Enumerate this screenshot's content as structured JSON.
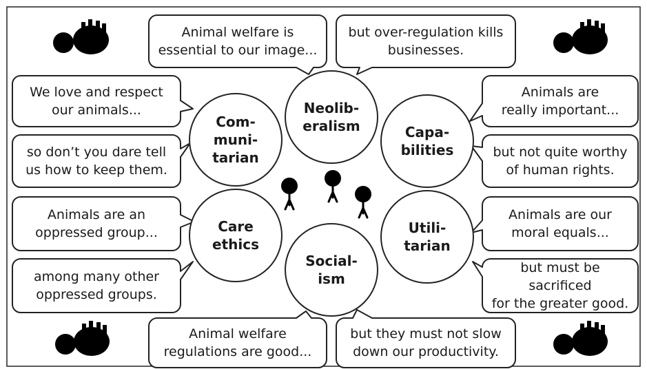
{
  "circles": {
    "top": "Neolib-\neralism",
    "upper_left": "Com-\nmuni-\ntarian",
    "upper_right": "Capa-\nbilities",
    "lower_left": "Care\nethics",
    "lower_right": "Utili-\ntarian",
    "bottom": "Social-\nism"
  },
  "bubbles": {
    "top_left": "Animal welfare is\nessential to our image...",
    "top_right": "but over-regulation   kills\nbusinesses.",
    "left_1": "We love and respect\nour animals...",
    "left_2": "so don’t you dare tell\nus how to keep them.",
    "left_3": "Animals are an\noppressed group...",
    "left_4": "among many other\noppressed groups.",
    "right_1": "Animals are\nreally important...",
    "right_2": "but not quite worthy\nof human rights.",
    "right_3": "Animals are our\nmoral equals...",
    "right_4": "but must be sacrificed\nfor the greater good.",
    "bottom_left": "Animal welfare\nregulations are good...",
    "bottom_right": "but they must not slow\ndown our productivity."
  },
  "icons": [
    "animal-icon",
    "person-icon"
  ],
  "colors": {
    "ink": "#1a1a1a",
    "fill": "#000000",
    "background": "#ffffff"
  }
}
